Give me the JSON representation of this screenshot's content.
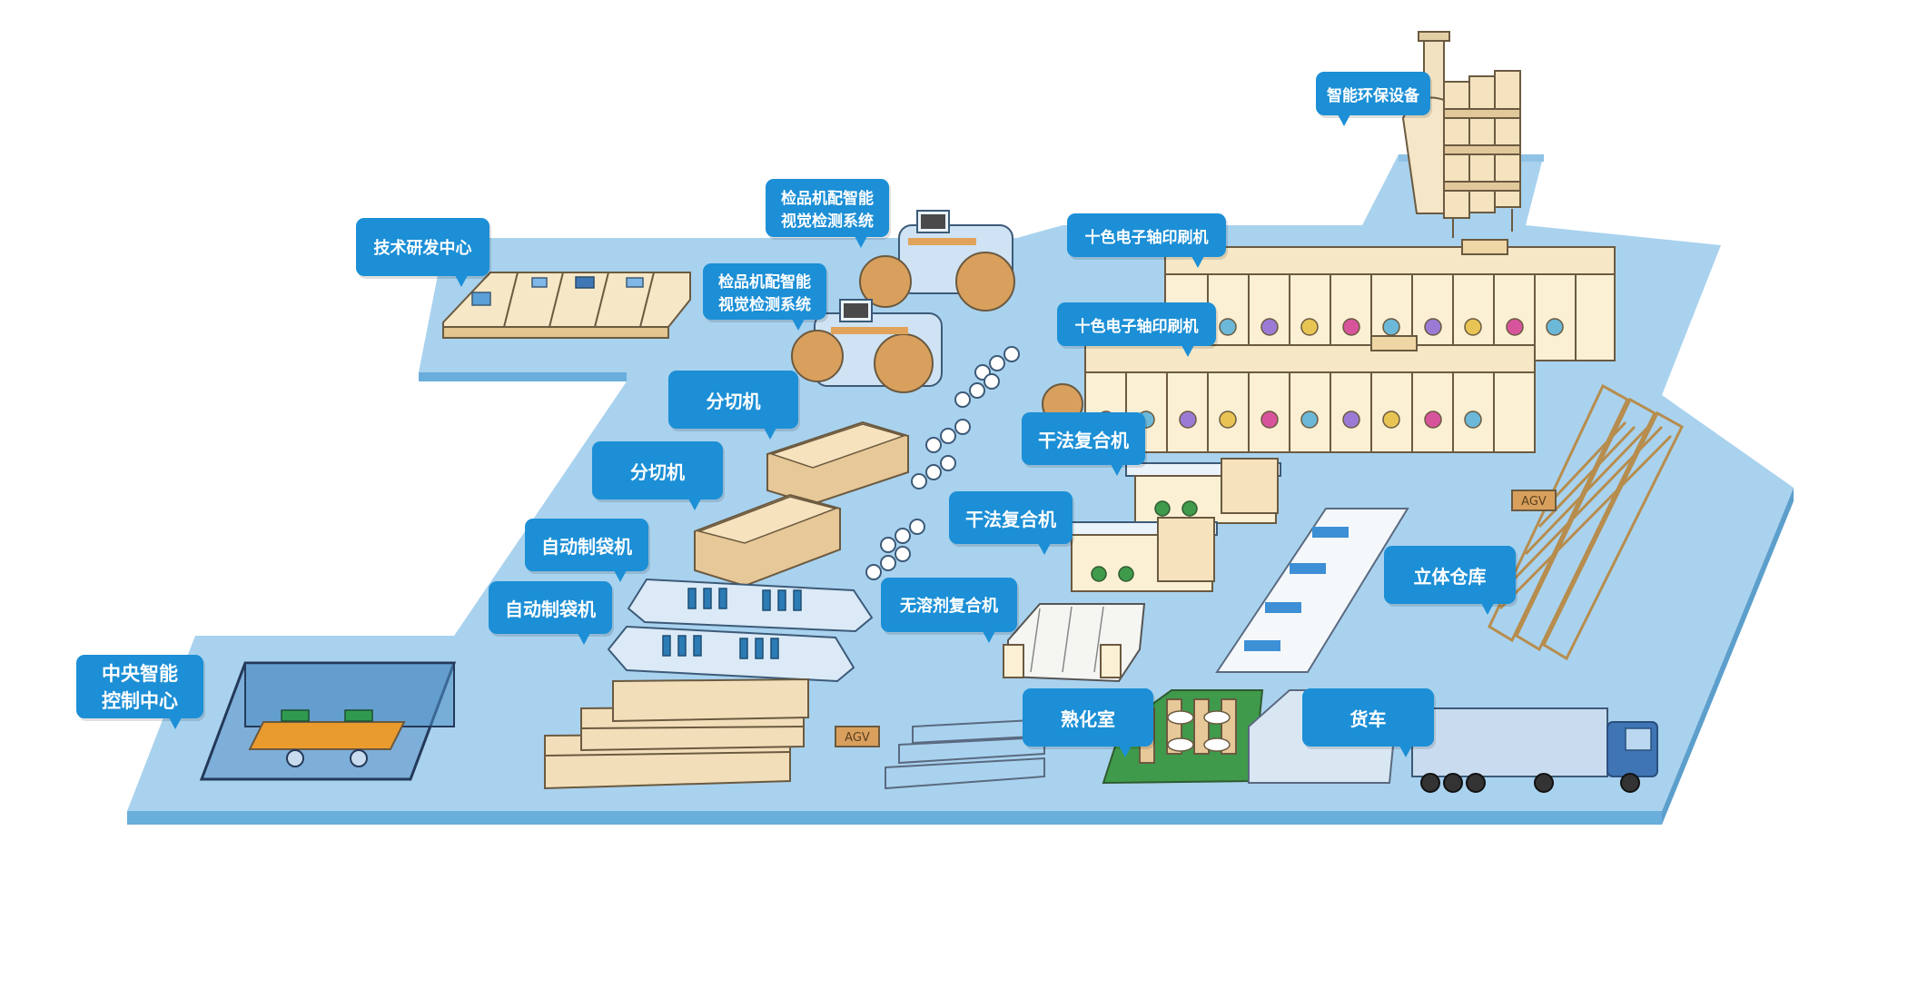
{
  "colors": {
    "floor_top": "#a9d2ee",
    "floor_side": "#6aaedb",
    "label_bg": "#1c8fd6",
    "label_text": "#ffffff",
    "machine_tan": "#e7c898",
    "machine_cream": "#fbf0d4",
    "roll": "#d9a05d",
    "glass": "#4f8fc7",
    "grass": "#3f9a4b",
    "truck": "#3f75b4"
  },
  "labels": {
    "env_equipment": "智能环保设备",
    "inspect_1_line1": "检品机配智能",
    "inspect_1_line2": "视觉检测系统",
    "inspect_2_line1": "检品机配智能",
    "inspect_2_line2": "视觉检测系统",
    "rd_center": "技术研发中心",
    "printer_1": "十色电子轴印刷机",
    "printer_2": "十色电子轴印刷机",
    "slitter_1": "分切机",
    "slitter_2": "分切机",
    "dry_laminator_1": "干法复合机",
    "dry_laminator_2": "干法复合机",
    "bagmaker_1": "自动制袋机",
    "bagmaker_2": "自动制袋机",
    "solventless_laminator": "无溶剂复合机",
    "warehouse": "立体仓库",
    "central_control_line1": "中央智能",
    "central_control_line2": "控制中心",
    "curing_room": "熟化室",
    "truck": "货车",
    "agv_1": "AGV",
    "agv_2": "AGV"
  }
}
